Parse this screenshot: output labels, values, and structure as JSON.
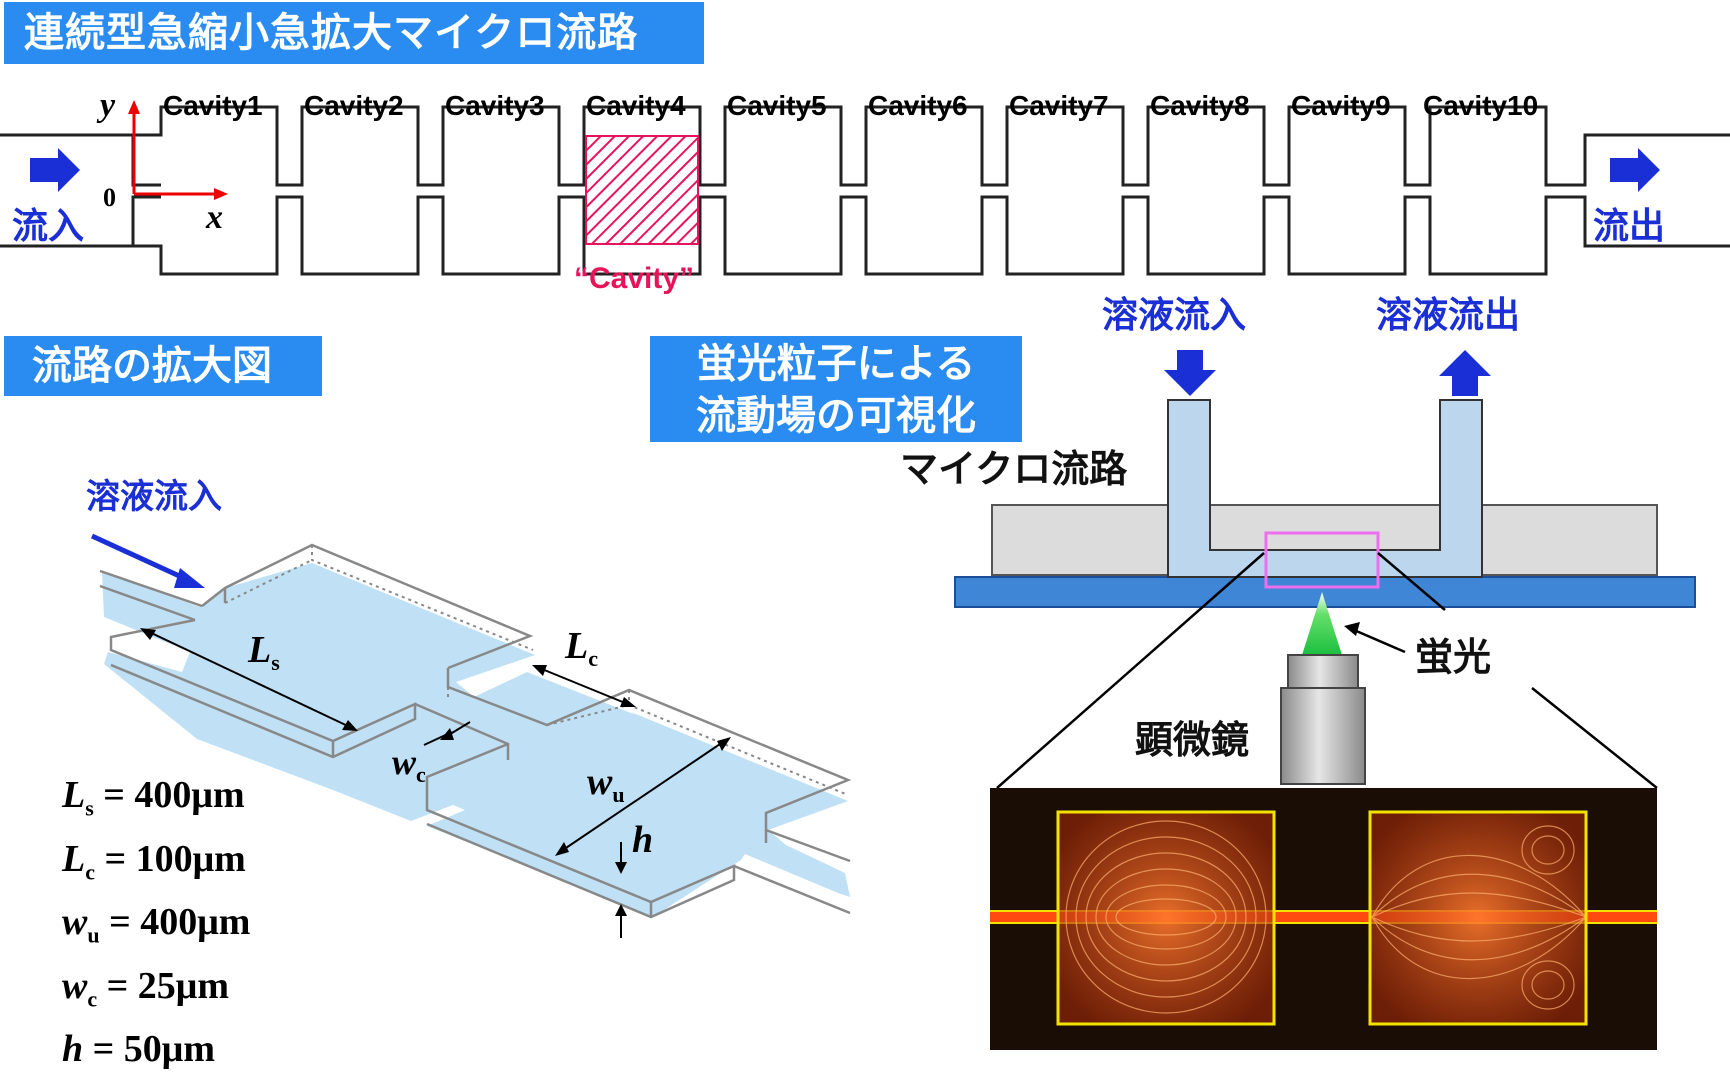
{
  "banners": {
    "top": "連続型急縮小急拡大マイクロ流路",
    "enlarged": "流路の拡大図",
    "visual_line1": "蛍光粒子による",
    "visual_line2": "流動場の可視化"
  },
  "channel": {
    "cavities": [
      "Cavity1",
      "Cavity2",
      "Cavity3",
      "Cavity4",
      "Cavity5",
      "Cavity6",
      "Cavity7",
      "Cavity8",
      "Cavity9",
      "Cavity10"
    ],
    "highlighted": "“Cavity”",
    "axis_y": "y",
    "axis_x": "x",
    "origin": "0",
    "inflow": "流入",
    "outflow": "流出"
  },
  "iso": {
    "inflow_label": "溶液流入",
    "Ls": "L",
    "Ls_sub": "s",
    "Lc": "L",
    "Lc_sub": "c",
    "wc": "w",
    "wc_sub": "c",
    "wu": "w",
    "wu_sub": "u",
    "h": "h"
  },
  "params": [
    {
      "sym": "L",
      "sub": "s",
      "value": " = 400μm"
    },
    {
      "sym": "L",
      "sub": "c",
      "value": " = 100μm"
    },
    {
      "sym": "w",
      "sub": "u",
      "value": " = 400μm"
    },
    {
      "sym": "w",
      "sub": "c",
      "value": " = 25μm"
    },
    {
      "sym": "h",
      "sub": "",
      "value": " = 50μm"
    }
  ],
  "setup": {
    "inflow": "溶液流入",
    "outflow": "溶液流出",
    "microchannel": "マイクロ流路",
    "fluorescence": "蛍光",
    "microscope": "顕微鏡"
  },
  "colors": {
    "banner": "#2a8cf0",
    "arrow_blue": "#1a2fd6",
    "cavity_highlight": "#e8145a",
    "fluid": "#bfe0f5",
    "tube": "#bcd6ee",
    "substrate": "#3f86d6",
    "box_magenta": "#ee6ef0",
    "cone_green": "#22c944",
    "photo_bg": "#1a0d05",
    "streak": "#ff5a1e",
    "frame": "#f2e200"
  }
}
